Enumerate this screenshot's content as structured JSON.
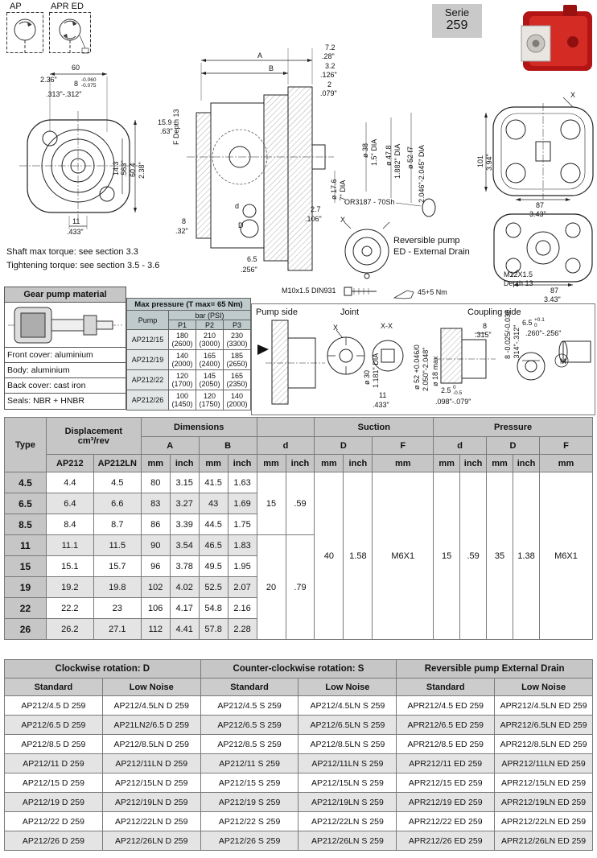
{
  "serie": {
    "label": "Serie",
    "number": "259"
  },
  "symbols": {
    "ap": "AP",
    "apr_ed": "APR ED"
  },
  "notes": {
    "shaft": "Shaft max torque: see section 3.3",
    "tightening": "Tightening torque: see section 3.5 - 3.6"
  },
  "fv": {
    "d60": "60",
    "d236": "2.36\"",
    "d8": "8",
    "t8": "-0.060\n-0.075",
    "d313": ".313\"-.312\"",
    "d143": "14.3",
    "d563": ".563\"",
    "d604": "60.4",
    "d238": "2.38\"",
    "d11": "11",
    "d433": ".433\""
  },
  "sv": {
    "A": "A",
    "B": "B",
    "d72": "7.2",
    "d28": ".28\"",
    "d32": "3.2",
    "d126": ".126\"",
    "d2": "2",
    "d079": ".079\"",
    "fdepth": "F Depth 13",
    "d159": "15.9",
    "d63": ".63\"",
    "dia38": "ø 38",
    "dia38in": "1.5\" DIA",
    "dia478": "ø 47.8",
    "dia478in": "1.882\" DIA",
    "dia52": "ø 52 f7",
    "dia52in": "2.046\"-2.045\" DIA",
    "dia176": "ø 17.6",
    "dia176in": ".7\" DIA",
    "oring": "OR3187 - 70Sh",
    "d27": "2.7",
    "d106": ".106\"",
    "d8": "8",
    "d32in": ".32\"",
    "dd": "d",
    "dD": "D",
    "d65": "6.5",
    "d256": ".256\"",
    "bolt": "M10x1.5 DIN931",
    "torque": "45+5 Nm",
    "rev1": "Reversible pump",
    "rev2": "ED - External Drain",
    "revx": "X"
  },
  "rv": {
    "x": "X",
    "d101": "101",
    "d394": "3.94\"",
    "d87a": "87",
    "d343a": "3.43\"",
    "thread": "M12X1.5",
    "depth": "Depth 13",
    "d87b": "87",
    "d343b": "3.43\""
  },
  "material_box": {
    "title": "Gear pump material",
    "rows": [
      "Front cover: aluminium",
      "Body: aluminium",
      "Back cover: cast iron",
      "Seals: NBR + HNBR"
    ]
  },
  "pressure_table": {
    "title": "Max pressure (T max= 65 Nm)",
    "pump_header": "Pump",
    "unit_header": "bar (PSI)",
    "p_headers": [
      "P1",
      "P2",
      "P3"
    ],
    "rows": [
      {
        "pump": "AP212/15",
        "p1": "180\n(2600)",
        "p2": "210\n(3000)",
        "p3": "230\n(3300)"
      },
      {
        "pump": "AP212/19",
        "p1": "140\n(2000)",
        "p2": "165\n(2400)",
        "p3": "185\n(2650)"
      },
      {
        "pump": "AP212/22",
        "p1": "120\n(1700)",
        "p2": "145\n(2050)",
        "p3": "165\n(2350)"
      },
      {
        "pump": "AP212/26",
        "p1": "100\n(1450)",
        "p2": "120\n(1750)",
        "p3": "140\n(2000)"
      }
    ]
  },
  "cp": {
    "pump_side": "Pump side",
    "joint": "Joint",
    "coupling_side": "Coupling side",
    "x": "X",
    "xx": "X-X",
    "d8": "8",
    "d315": ".315\"",
    "dia30": "ø 30",
    "dia30in": "1.181\" DIA",
    "dia52": "ø 52 +0.046/0",
    "dia52in": "2.050\"-2.048\"",
    "dia18": "ø 18 max",
    "d8b": "8 -0.025/-0.035",
    "d314": ".314\"-.312\"",
    "d65": "6.5",
    "t65": "+0.1\n0",
    "d260": ".260\"-.256\"",
    "d11": "11",
    "d433": ".433\"",
    "d25": "2.5",
    "t25": "0\n-0.5",
    "d098": ".098\"-.079\"",
    "m": "M"
  },
  "main_table": {
    "headers": {
      "type": "Type",
      "displacement": "Displacement\ncm³/rev",
      "dimensions": "Dimensions",
      "suction": "Suction",
      "pressure": "Pressure",
      "ap212": "AP212",
      "ap212ln": "AP212LN",
      "a": "A",
      "b": "B",
      "d": "d",
      "D": "D",
      "f": "F",
      "mm": "mm",
      "inch": "inch"
    },
    "rows": [
      {
        "type": "4.5",
        "ap212": "4.4",
        "ap212ln": "4.5",
        "a_mm": "80",
        "a_in": "3.15",
        "b_mm": "41.5",
        "b_in": "1.63"
      },
      {
        "type": "6.5",
        "ap212": "6.4",
        "ap212ln": "6.6",
        "a_mm": "83",
        "a_in": "3.27",
        "b_mm": "43",
        "b_in": "1.69"
      },
      {
        "type": "8.5",
        "ap212": "8.4",
        "ap212ln": "8.7",
        "a_mm": "86",
        "a_in": "3.39",
        "b_mm": "44.5",
        "b_in": "1.75"
      },
      {
        "type": "11",
        "ap212": "11.1",
        "ap212ln": "11.5",
        "a_mm": "90",
        "a_in": "3.54",
        "b_mm": "46.5",
        "b_in": "1.83"
      },
      {
        "type": "15",
        "ap212": "15.1",
        "ap212ln": "15.7",
        "a_mm": "96",
        "a_in": "3.78",
        "b_mm": "49.5",
        "b_in": "1.95"
      },
      {
        "type": "19",
        "ap212": "19.2",
        "ap212ln": "19.8",
        "a_mm": "102",
        "a_in": "4.02",
        "b_mm": "52.5",
        "b_in": "2.07"
      },
      {
        "type": "22",
        "ap212": "22.2",
        "ap212ln": "23",
        "a_mm": "106",
        "a_in": "4.17",
        "b_mm": "54.8",
        "b_in": "2.16"
      },
      {
        "type": "26",
        "ap212": "26.2",
        "ap212ln": "27.1",
        "a_mm": "112",
        "a_in": "4.41",
        "b_mm": "57.8",
        "b_in": "2.28"
      }
    ],
    "d_spans": [
      {
        "start": 0,
        "span": 3,
        "mm": "15",
        "inch": ".59"
      },
      {
        "start": 3,
        "span": 5,
        "mm": "20",
        "inch": ".79"
      }
    ],
    "suction": {
      "D_mm": "40",
      "D_in": "1.58",
      "F": "M6X1"
    },
    "pressure_port": {
      "d_mm": "15",
      "d_in": ".59",
      "D_mm": "35",
      "D_in": "1.38",
      "F": "M6X1"
    }
  },
  "rotation_table": {
    "groups": [
      "Clockwise rotation: D",
      "Counter-clockwise rotation: S",
      "Reversible pump External Drain"
    ],
    "subheaders": [
      "Standard",
      "Low Noise",
      "Standard",
      "Low Noise",
      "Standard",
      "Low Noise"
    ],
    "rows": [
      [
        "AP212/4.5 D 259",
        "AP212/4.5LN D 259",
        "AP212/4.5 S 259",
        "AP212/4.5LN S 259",
        "APR212/4.5 ED 259",
        "APR212/4.5LN ED 259"
      ],
      [
        "AP212/6.5 D 259",
        "AP21LN2/6.5 D 259",
        "AP212/6.5 S 259",
        "AP212/6.5LN S 259",
        "APR212/6.5 ED 259",
        "APR212/6.5LN ED 259"
      ],
      [
        "AP212/8.5 D 259",
        "AP212/8.5LN D 259",
        "AP212/8.5 S 259",
        "AP212/8.5LN S 259",
        "APR212/8.5 ED 259",
        "APR212/8.5LN ED 259"
      ],
      [
        "AP212/11 D 259",
        "AP212/11LN D 259",
        "AP212/11 S 259",
        "AP212/11LN S 259",
        "APR212/11 ED 259",
        "APR212/11LN ED 259"
      ],
      [
        "AP212/15 D 259",
        "AP212/15LN D 259",
        "AP212/15 S 259",
        "AP212/15LN S 259",
        "APR212/15 ED 259",
        "APR212/15LN ED 259"
      ],
      [
        "AP212/19 D 259",
        "AP212/19LN D 259",
        "AP212/19 S 259",
        "AP212/19LN S 259",
        "APR212/19 ED 259",
        "APR212/19LN ED 259"
      ],
      [
        "AP212/22 D 259",
        "AP212/22LN D 259",
        "AP212/22 S 259",
        "AP212/22LN S 259",
        "APR212/22 ED 259",
        "APR212/22LN ED 259"
      ],
      [
        "AP212/26 D 259",
        "AP212/26LN D 259",
        "AP212/26 S 259",
        "AP212/26LN S 259",
        "APR212/26 ED 259",
        "APR212/26LN ED 259"
      ]
    ]
  }
}
